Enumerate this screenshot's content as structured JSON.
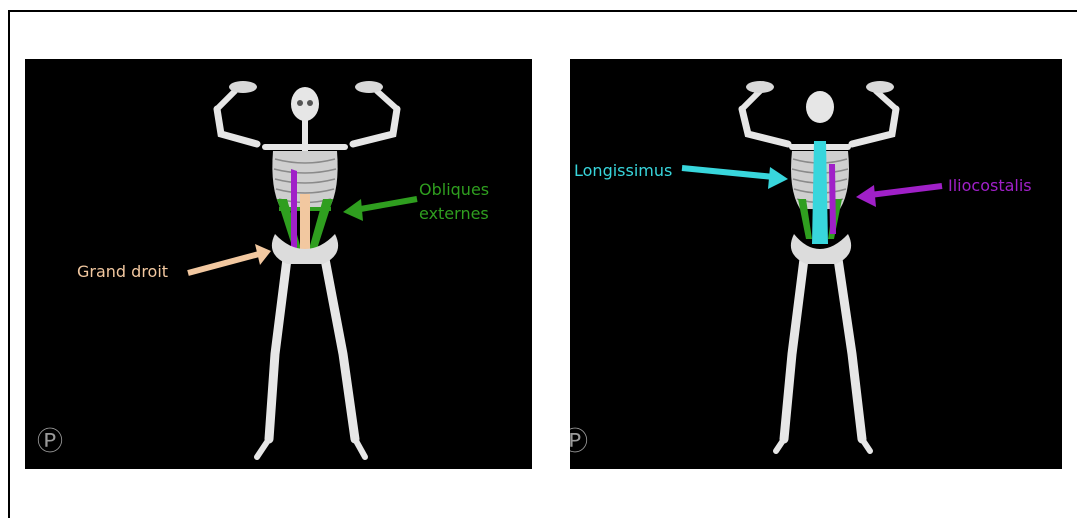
{
  "colors": {
    "background": "#000000",
    "bone": "#e6e6e6",
    "bone_shadow": "#b8b8b8",
    "rectus": "#f2c8a0",
    "obliques": "#2f9e1f",
    "longissimus": "#38d6dc",
    "iliocostalis": "#a020c8",
    "logo": "#9a9a9a"
  },
  "panels": [
    {
      "view": "anterior",
      "labels": {
        "obliques_line1": "Obliques",
        "obliques_line2": "externes",
        "grand_droit": "Grand droit"
      },
      "logo_icon": "anatomy-logo-icon"
    },
    {
      "view": "posterior",
      "labels": {
        "longissimus": "Longissimus",
        "iliocostalis": "Iliocostalis"
      },
      "logo_icon": "anatomy-logo-icon"
    }
  ]
}
